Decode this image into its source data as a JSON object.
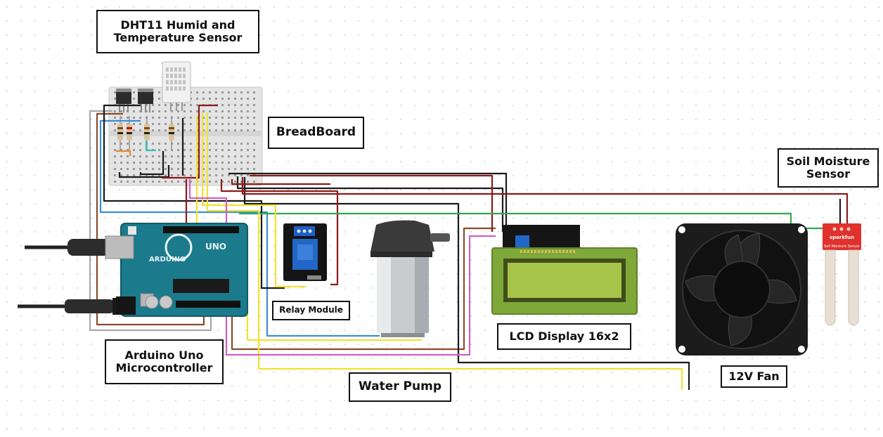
{
  "labels": {
    "dht11": "DHT11 Humid and\nTemperature Sensor",
    "breadboard": "BreadBoard",
    "soil_sensor": "Soil Moisture\nSensor",
    "relay": "Relay Module",
    "lcd": "LCD Display 16x2",
    "arduino": "Arduino Uno\nMicrocontroller",
    "pump": "Water Pump",
    "fan": "12V Fan"
  },
  "board_text": {
    "arduino_word": "ARDUINO",
    "uno_word": "UNO",
    "sparkfun": "sparkfun",
    "soil_caption": "Soil Moisture Sensor"
  },
  "colors": {
    "wire_black": "#1a1a1a",
    "wire_red": "#8b1a1a",
    "wire_yellow": "#f2e233",
    "wire_green": "#2fa84f",
    "wire_blue": "#3b8fd6",
    "wire_pink": "#d15fc4",
    "wire_brown": "#8a4b2a",
    "wire_gray": "#a8a8a8",
    "arduino_teal": "#1b7a8c",
    "relay_blue": "#2266c8",
    "lcd_green": "#7fa83a",
    "soil_red": "#e0312c"
  }
}
